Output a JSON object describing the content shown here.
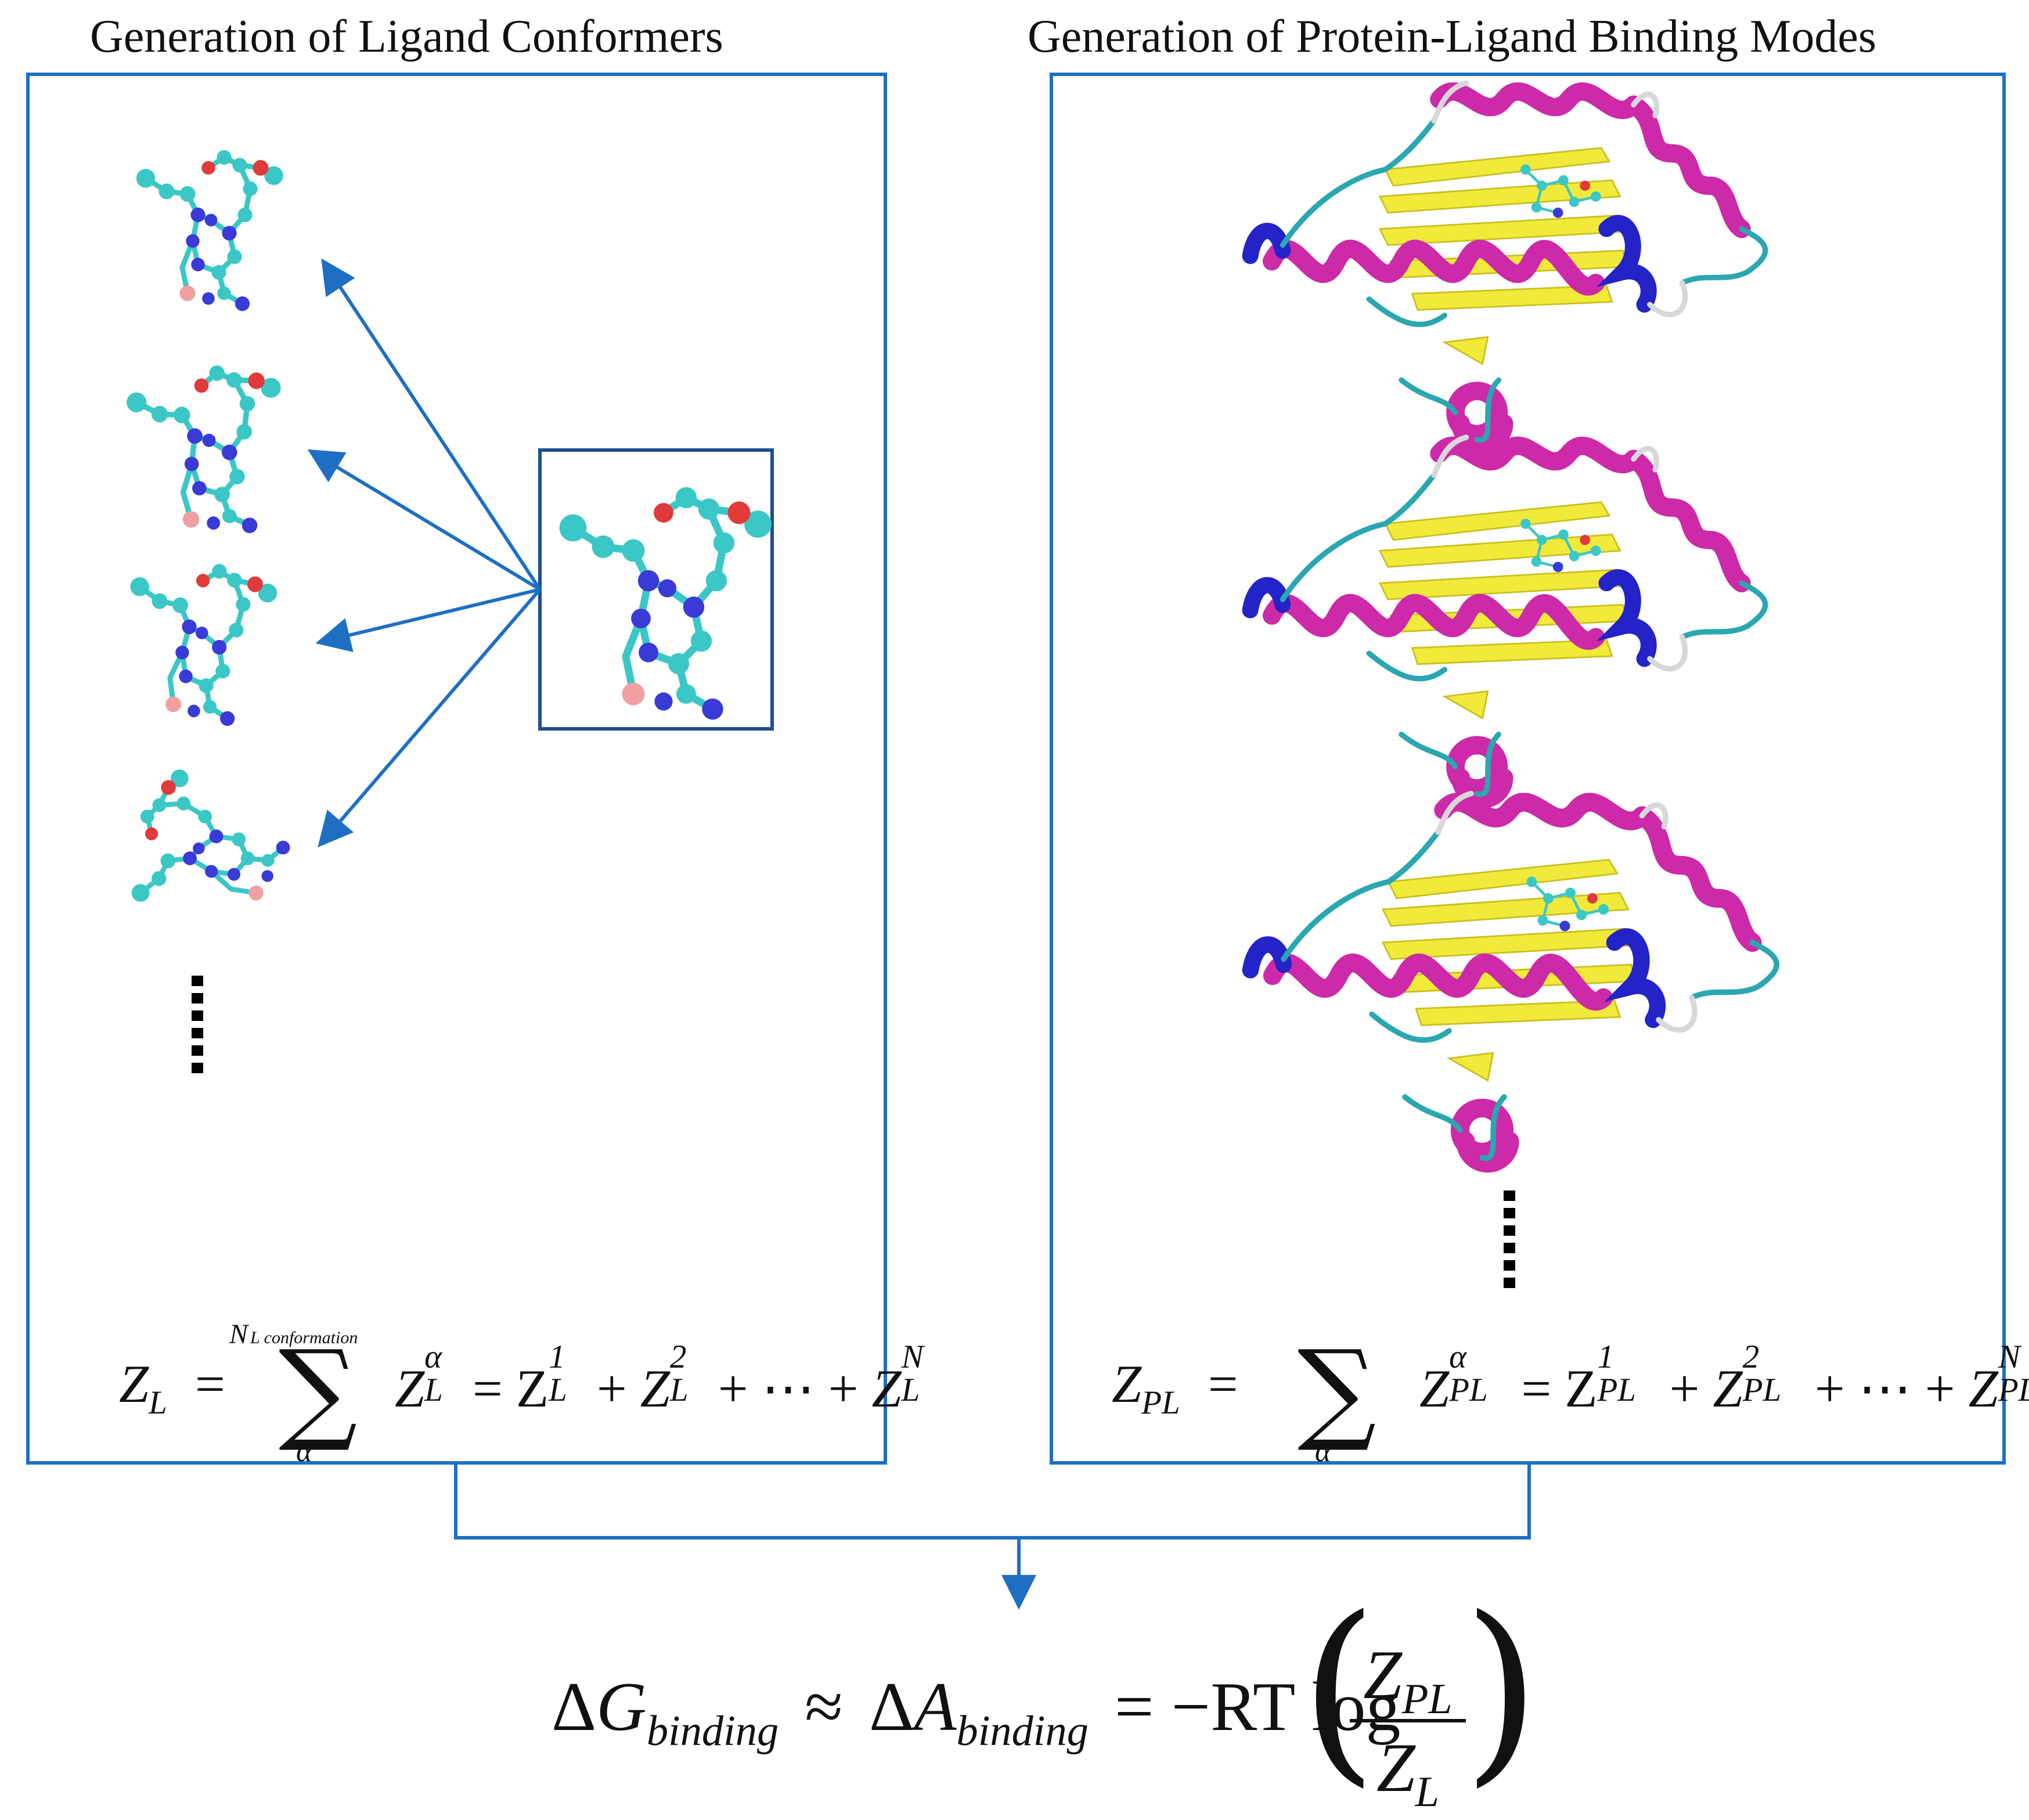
{
  "titles": {
    "left": "Generation of Ligand Conformers",
    "right": "Generation of Protein-Ligand Binding Modes"
  },
  "colors": {
    "panel_border": "#1e6fc4",
    "arrow": "#1e6fc4",
    "carbon_atom": "#3cc7c7",
    "nitrogen_atom": "#3a3ad6",
    "oxygen_atom": "#e03a3a",
    "halogen_atom": "#f0a0a0",
    "helix": "#cc2aa8",
    "sheet": "#f2ea3a",
    "coil": "#2aa7b0",
    "helix_310": "#2323c8"
  },
  "icons": {
    "ligand_conformer": "ball-and-stick-molecule",
    "protein_ligand_complex": "protein-ribbon-with-ligand",
    "ellipsis": "vertical-dots"
  },
  "equations": {
    "left": {
      "lhs": "Z",
      "lhs_sub": "L",
      "equals": "=",
      "sum_upper": "N",
      "sum_upper_sub": "L conformation",
      "sum_lower": "α",
      "term": "Z",
      "term_sub": "L",
      "term_sup": "α",
      "rhs": "= Z",
      "t1_sup": "1",
      "t2_sup": "2",
      "tN_sup": "N",
      "plus": "+",
      "ellipsis": "+ ⋯ +"
    },
    "right": {
      "lhs": "Z",
      "lhs_sub": "PL",
      "equals": "=",
      "sum_lower": "α",
      "term": "Z",
      "term_sub": "PL",
      "term_sup": "α",
      "rhs": "= Z",
      "t1_sup": "1",
      "t2_sup": "2",
      "tN_sup": "N",
      "plus": "+",
      "ellipsis": "+ ⋯ +"
    },
    "bottom": {
      "lhs": "ΔG",
      "lhs_sub": "binding",
      "approx": "≈",
      "mid": "ΔA",
      "mid_sub": "binding",
      "rhs": "= −RT log",
      "numerator": "Z",
      "numerator_sub": "PL",
      "denominator": "Z",
      "denominator_sub": "L"
    }
  }
}
